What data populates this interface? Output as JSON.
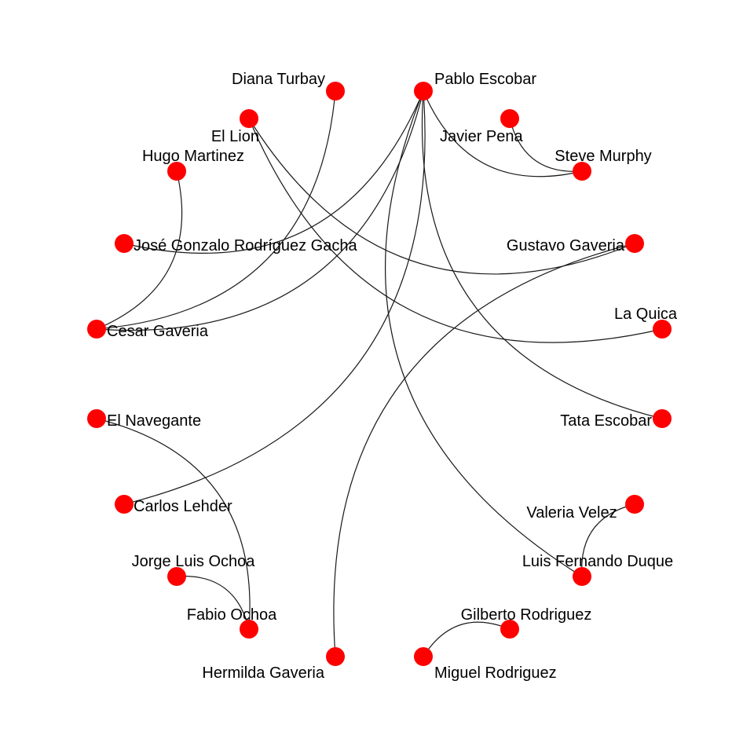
{
  "colors": {
    "node": "#ff0000",
    "edge": "#1a1a1a",
    "text": "#000000",
    "background": "#ffffff"
  },
  "nodes": [
    {
      "id": "pablo",
      "name": "Pablo Escobar"
    },
    {
      "id": "diana",
      "name": "Diana Turbay"
    },
    {
      "id": "lion",
      "name": "El Lion"
    },
    {
      "id": "javier",
      "name": "Javier Pena"
    },
    {
      "id": "hugo",
      "name": "Hugo Martinez"
    },
    {
      "id": "steve",
      "name": "Steve Murphy"
    },
    {
      "id": "gacha",
      "name": "José Gonzalo Rodríguez Gacha"
    },
    {
      "id": "gustavo",
      "name": "Gustavo Gaveria"
    },
    {
      "id": "cesar",
      "name": "Cesar Gaveria"
    },
    {
      "id": "quica",
      "name": "La Quica"
    },
    {
      "id": "navegante",
      "name": "El Navegante"
    },
    {
      "id": "tata",
      "name": "Tata Escobar"
    },
    {
      "id": "lehder",
      "name": "Carlos Lehder"
    },
    {
      "id": "valeria",
      "name": "Valeria Velez"
    },
    {
      "id": "jorge",
      "name": "Jorge Luis Ochoa"
    },
    {
      "id": "duque",
      "name": "Luis Fernando Duque"
    },
    {
      "id": "fabio",
      "name": "Fabio Ochoa"
    },
    {
      "id": "gilberto",
      "name": "Gilberto Rodriguez"
    },
    {
      "id": "hermilda",
      "name": "Hermilda Gaveria"
    },
    {
      "id": "miguel",
      "name": "Miguel Rodriguez"
    }
  ],
  "edges": [
    [
      "pablo",
      "steve"
    ],
    [
      "javier",
      "steve"
    ],
    [
      "pablo",
      "gacha"
    ],
    [
      "pablo",
      "cesar"
    ],
    [
      "pablo",
      "lehder"
    ],
    [
      "pablo",
      "tata"
    ],
    [
      "pablo",
      "duque"
    ],
    [
      "lion",
      "gustavo"
    ],
    [
      "lion",
      "quica"
    ],
    [
      "diana",
      "cesar"
    ],
    [
      "hugo",
      "cesar"
    ],
    [
      "gustavo",
      "hermilda"
    ],
    [
      "navegante",
      "fabio"
    ],
    [
      "jorge",
      "fabio"
    ],
    [
      "valeria",
      "duque"
    ],
    [
      "gilberto",
      "miguel"
    ]
  ]
}
